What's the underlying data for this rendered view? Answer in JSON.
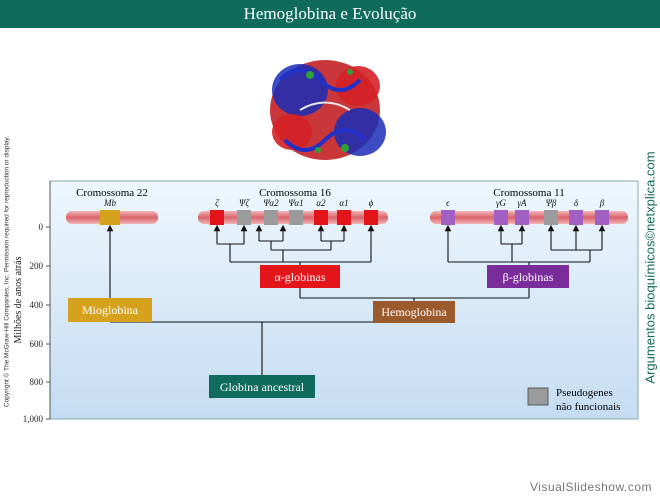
{
  "title": "Hemoglobina e Evolução",
  "copyright": "Copyright © The McGraw-Hill Companies, Inc. Permission required for reproduction or display.",
  "side_credit": "Argumentos bioquímicos©netxplica.com",
  "watermark": "VisualSlideshow.com",
  "axis": {
    "label": "Milhões de anos atrás",
    "ticks": [
      "0",
      "200",
      "400",
      "600",
      "800",
      "1,000"
    ]
  },
  "chromosomes": {
    "c22": "Cromossoma 22",
    "c16": "Cromossoma 16",
    "c11": "Cromossoma 11"
  },
  "genes": {
    "mb": "Mb",
    "zeta": "ζ",
    "psi_zeta": "Ψζ",
    "psi_a2": "Ψα2",
    "psi_a1": "Ψα1",
    "a2": "α2",
    "a1": "α1",
    "phi": "ϕ",
    "epsilon": "ϵ",
    "gamma_g": "γG",
    "gamma_a": "γA",
    "psi_beta": "Ψβ",
    "delta": "δ",
    "beta": "β"
  },
  "labels": {
    "mioglobina": "Mioglobina",
    "alfa": "α-globinas",
    "beta": "β-globinas",
    "hemoglobina": "Hemoglobina",
    "ancestral": "Globina ancestral"
  },
  "legend": {
    "line1": "Pseudogenes",
    "line2": "não funcionais"
  },
  "colors": {
    "title_bg": "#0f6b5c",
    "mioglobina": "#d6a21e",
    "alfa": "#e3141a",
    "beta": "#7a2d9a",
    "hemoglobina": "#9a5a2c",
    "ancestral": "#0f6b5c",
    "pseudogene": "#9b9b9b"
  }
}
